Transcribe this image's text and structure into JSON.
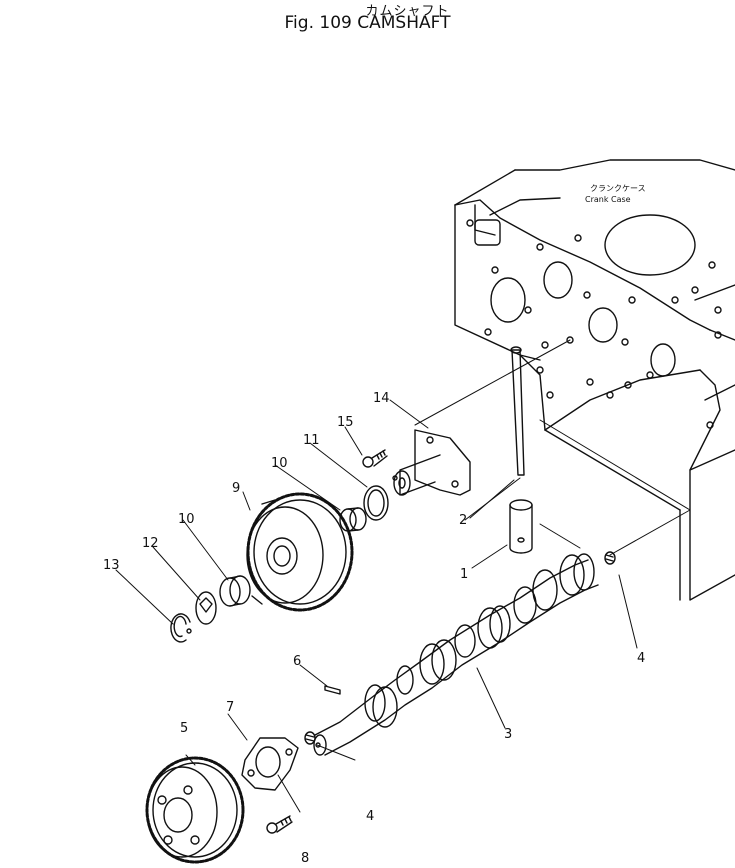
{
  "header": {
    "title_jp": "カムシャフト",
    "title_en": "Fig. 109  CAMSHAFT"
  },
  "crankcase": {
    "label_jp": "クランクケース",
    "label_en": "Crank Case"
  },
  "callouts": {
    "c1": "1",
    "c2": "2",
    "c3": "3",
    "c4a": "4",
    "c4b": "4",
    "c5": "5",
    "c6": "6",
    "c7": "7",
    "c8": "8",
    "c9": "9",
    "c10a": "10",
    "c10b": "10",
    "c11": "11",
    "c12": "12",
    "c13": "13",
    "c14": "14",
    "c15": "15"
  }
}
